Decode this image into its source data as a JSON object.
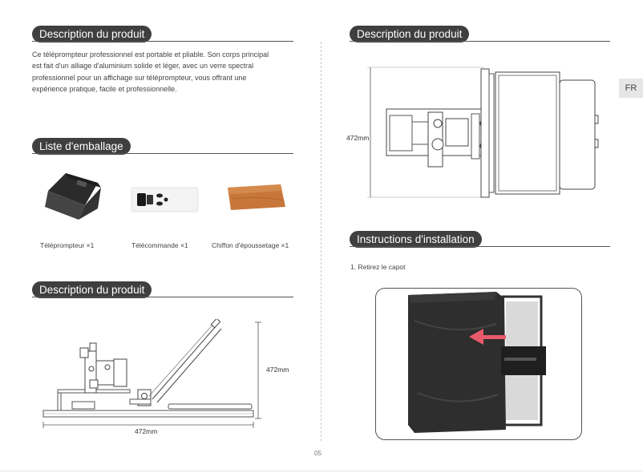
{
  "left": {
    "section1": {
      "title": "Description du produit",
      "text": "Ce téléprompteur professionnel est portable et pliable. Son corps principal est fait d'un alliage d'aluminium solide et léger, avec un verre spectral professionnel pour un affichage sur téléprompteur, vous offrant une expérience pratique, facile et professionnelle."
    },
    "section2": {
      "title": "Liste d'emballage",
      "items": [
        {
          "label": "Téléprompteur ×1"
        },
        {
          "label": "Télécommande ×1"
        },
        {
          "label": "Chiffon d'époussetage ×1"
        }
      ]
    },
    "section3": {
      "title": "Description du produit",
      "dim_height": "472mm",
      "dim_width": "472mm"
    }
  },
  "right": {
    "section1": {
      "title": "Description du produit",
      "dim_height": "472mm"
    },
    "section2": {
      "title": "Instructions d'installation",
      "step1": "1. Retirez le capot"
    }
  },
  "badge": "FR",
  "page_number": "05",
  "colors": {
    "pill": "#3f3f3f",
    "arrow": "#e85a6a",
    "cloth": "#c8773a"
  }
}
